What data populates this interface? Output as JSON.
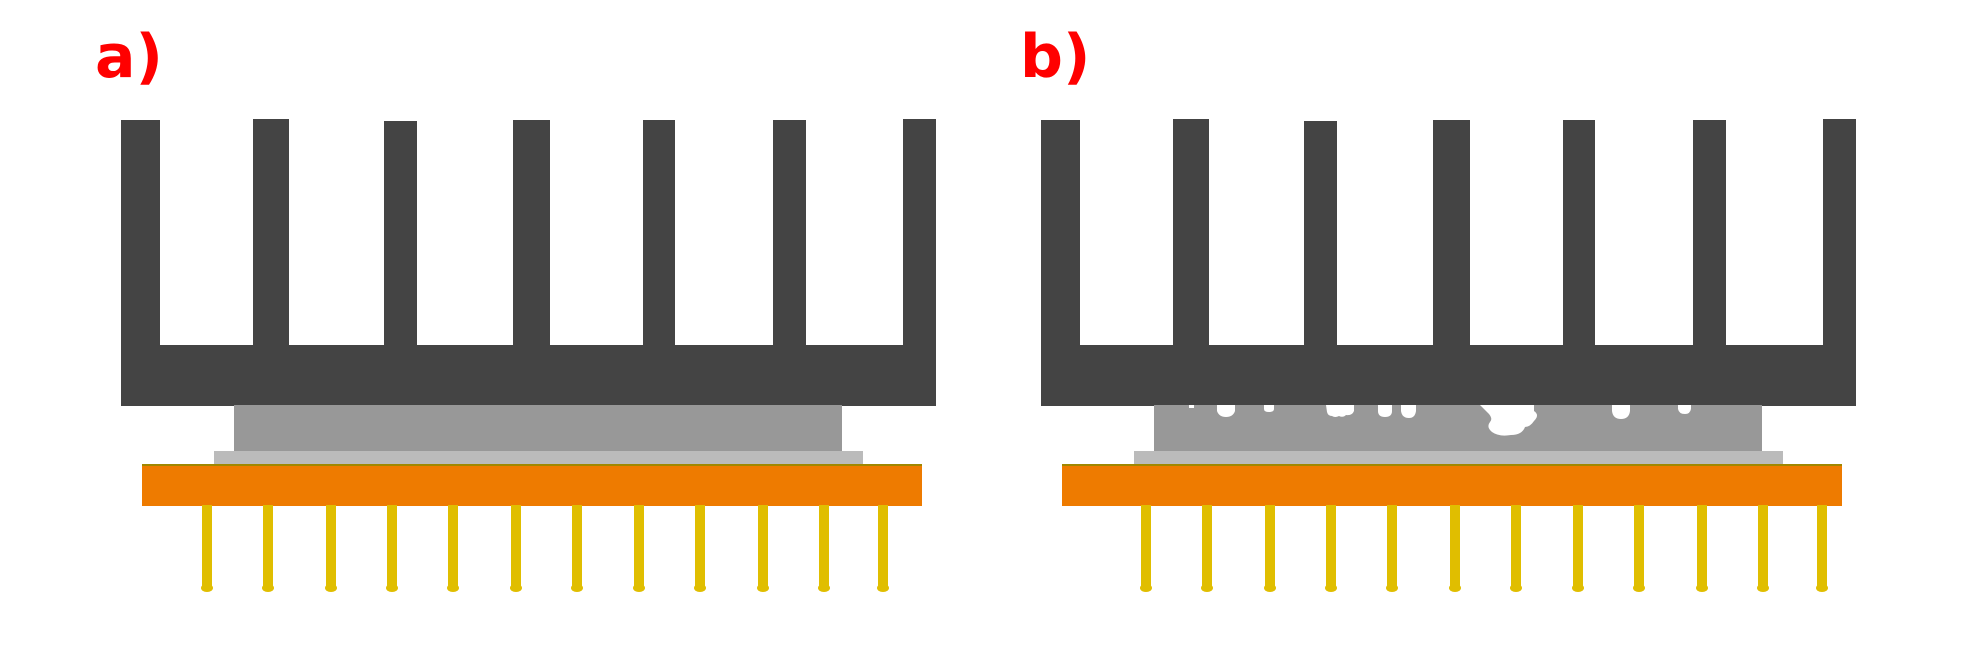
{
  "figure": {
    "panels": [
      {
        "id": "a",
        "label": "a)",
        "variant": "full-contact"
      },
      {
        "id": "b",
        "label": "b)",
        "variant": "with-voids"
      }
    ],
    "colors": {
      "label": "#ff0000",
      "heatsink": "#444444",
      "interface_layer": "#989898",
      "die_layer": "#bbbbbb",
      "package": "#ee7b00",
      "package_edge": "#a08800",
      "pins": "#e0be00",
      "voids": "#ffffff"
    },
    "pin_count": 12,
    "heatsink_fin_count": 7
  }
}
